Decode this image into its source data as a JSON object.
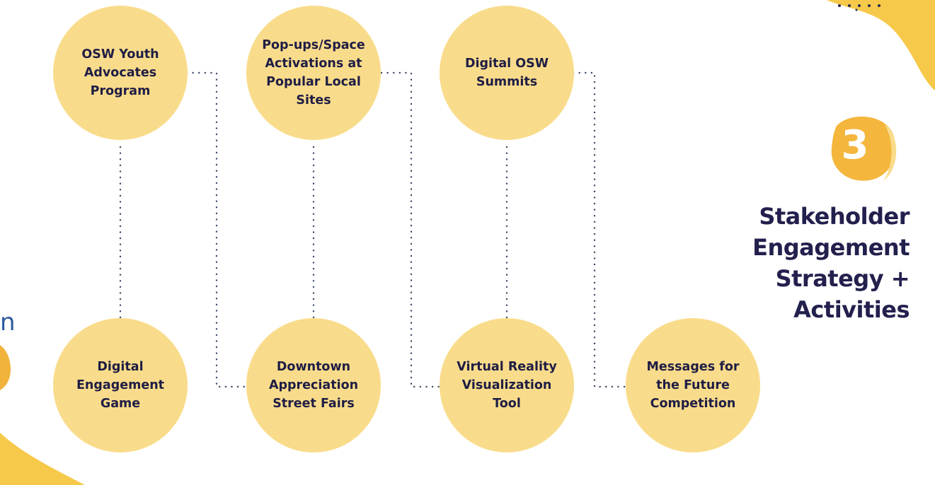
{
  "nodes": {
    "osw_youth": "OSW Youth\nAdvocates\nProgram",
    "popups": "Pop-ups/Space\nActivations at\nPopular Local\nSites",
    "summits": "Digital OSW\nSummits",
    "game": "Digital\nEngagement\nGame",
    "street_fairs": "Downtown\nAppreciation\nStreet Fairs",
    "vr_tool": "Virtual Reality\nVisualization\nTool",
    "messages": "Messages for\nthe Future\nCompetition"
  },
  "badge_number": "3",
  "heading": "Stakeholder\nEngagement\nStrategy +\nActivities",
  "edge_fragment": "n",
  "colors": {
    "circle_fill": "#f9dc8b",
    "accent_yellow": "#f6c94a",
    "text_dark": "#1f1d45",
    "dots": "#2b3a55"
  }
}
